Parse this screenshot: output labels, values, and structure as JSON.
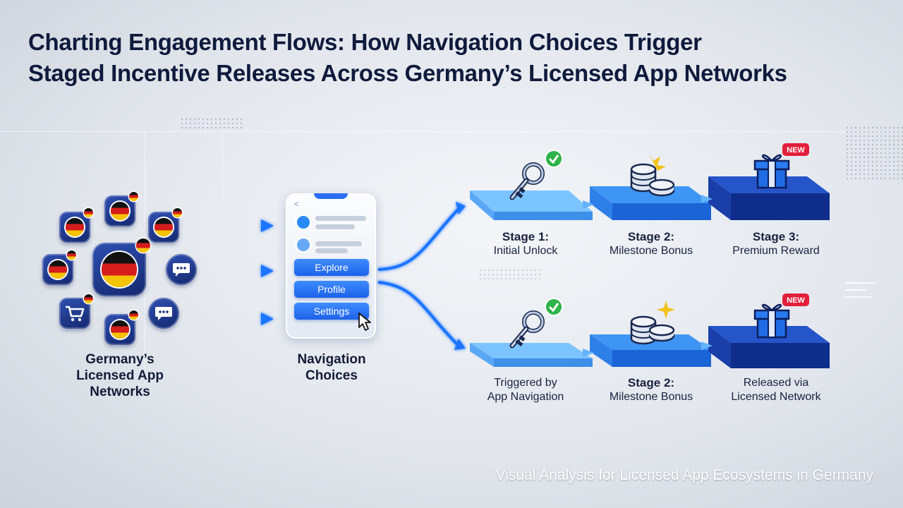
{
  "title": {
    "line1": "Charting Engagement Flows: How Navigation Choices Trigger",
    "line2": "Staged Incentive Releases Across Germany’s Licensed App Networks"
  },
  "network": {
    "label_line1": "Germany’s",
    "label_line2": "Licensed App",
    "label_line3": "Networks",
    "icons": [
      "germany-flag-icon",
      "germany-flag-icon",
      "germany-flag-icon",
      "germany-flag-icon",
      "chat-bubble-icon",
      "germany-flag-icon",
      "chat-bubble-icon",
      "shopping-cart-icon",
      "germany-flag-icon"
    ]
  },
  "navigation": {
    "back": "<",
    "items": [
      "Explore",
      "Profile",
      "Settings"
    ],
    "label_line1": "Navigation",
    "label_line2": "Choices"
  },
  "flow_top": {
    "stage1_title": "Stage 1:",
    "stage1_sub": "Initial Unlock",
    "stage2_title": "Stage 2:",
    "stage2_sub": "Milestone Bonus",
    "stage3_title": "Stage 3:",
    "stage3_sub": "Premium Reward",
    "badge": "NEW"
  },
  "flow_bottom": {
    "stage1_line1": "Triggered by",
    "stage1_line2": "App Navigation",
    "stage2_title": "Stage 2:",
    "stage2_sub": "Milestone Bonus",
    "stage3_line1": "Released via",
    "stage3_line2": "Licensed Network",
    "badge": "NEW"
  },
  "caption": "Visual Analysis for Licensed App Ecosystems in Germany",
  "colors": {
    "accent": "#1c62e8",
    "navy": "#14286f",
    "check_green": "#2fb34a",
    "new_badge": "#e21e3a",
    "gold": "#f2c21a"
  }
}
